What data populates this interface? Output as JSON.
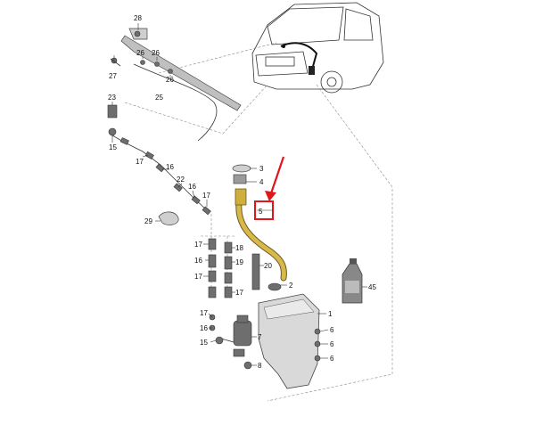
{
  "callouts": [
    {
      "id": "c28",
      "text": "28"
    },
    {
      "id": "c26a",
      "text": "26"
    },
    {
      "id": "c26b",
      "text": "26"
    },
    {
      "id": "c26c",
      "text": "26"
    },
    {
      "id": "c27",
      "text": "27"
    },
    {
      "id": "c25",
      "text": "25"
    },
    {
      "id": "c23",
      "text": "23"
    },
    {
      "id": "c15a",
      "text": "15"
    },
    {
      "id": "c17a",
      "text": "17"
    },
    {
      "id": "c16a",
      "text": "16"
    },
    {
      "id": "c22",
      "text": "22"
    },
    {
      "id": "c16b",
      "text": "16"
    },
    {
      "id": "c17b",
      "text": "17"
    },
    {
      "id": "c29",
      "text": "29"
    },
    {
      "id": "c3",
      "text": "3"
    },
    {
      "id": "c4",
      "text": "4"
    },
    {
      "id": "c5",
      "text": "5"
    },
    {
      "id": "c17c",
      "text": "17"
    },
    {
      "id": "c16c",
      "text": "16"
    },
    {
      "id": "c17d",
      "text": "17"
    },
    {
      "id": "c18",
      "text": "18"
    },
    {
      "id": "c19",
      "text": "19"
    },
    {
      "id": "c20",
      "text": "20"
    },
    {
      "id": "c17e",
      "text": "17"
    },
    {
      "id": "c2",
      "text": "2"
    },
    {
      "id": "c45",
      "text": "45"
    },
    {
      "id": "c1",
      "text": "1"
    },
    {
      "id": "c17f",
      "text": "17"
    },
    {
      "id": "c16d",
      "text": "16"
    },
    {
      "id": "c15b",
      "text": "15"
    },
    {
      "id": "c7",
      "text": "7"
    },
    {
      "id": "c6a",
      "text": "6"
    },
    {
      "id": "c6b",
      "text": "6"
    },
    {
      "id": "c6c",
      "text": "6"
    },
    {
      "id": "c8",
      "text": "8"
    }
  ],
  "colors": {
    "highlight_hose": "#d8b84a",
    "marker_red": "#e0161b",
    "leader": "#333333"
  }
}
